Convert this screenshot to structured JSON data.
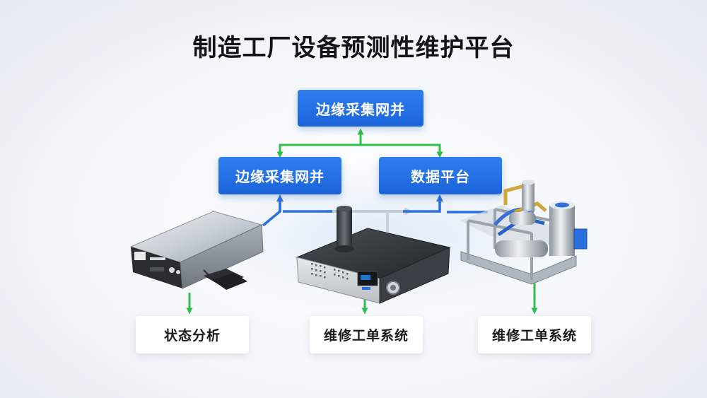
{
  "title": "制造工厂设备预测性维护平台",
  "nodes": {
    "top": "边缘采集网并",
    "middle_left": "边缘采集网并",
    "middle_right": "数据平台",
    "bottom_left": "状态分析",
    "bottom_center": "维修工单系统",
    "bottom_right": "维修工单系统"
  },
  "devices": [
    {
      "id": "edge-gateway-device"
    },
    {
      "id": "sensor-instrument-device"
    },
    {
      "id": "industrial-pump-skid"
    }
  ],
  "colors": {
    "primary_blue": "#1f6ee3",
    "arrow_green": "#2fbf4a",
    "title_text": "#141414"
  }
}
